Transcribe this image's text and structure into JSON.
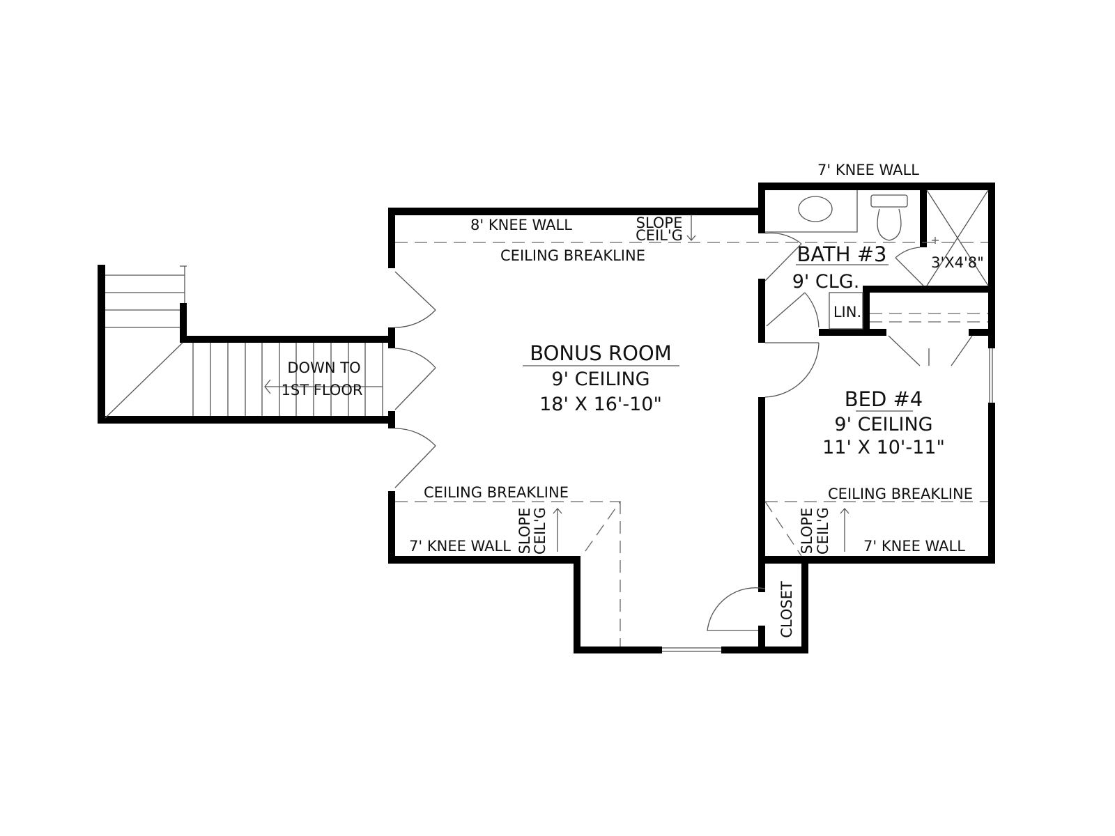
{
  "plan": {
    "colors": {
      "wall": "#000000",
      "line": "#555555",
      "background": "#ffffff"
    },
    "bonus_room": {
      "name": "BONUS ROOM",
      "ceiling": "9' CEILING",
      "size": "18' X 16'-10\""
    },
    "bed4": {
      "name": "BED #4",
      "ceiling": "9' CEILING",
      "size": "11' X 10'-11\""
    },
    "bath3": {
      "name": "BATH #3",
      "ceiling": "9' CLG.",
      "shower": "3'X4'8\"",
      "linen": "LIN."
    },
    "stairs": {
      "line1": "DOWN TO",
      "line2": "1ST FLOOR"
    },
    "closet": "CLOSET",
    "notes": {
      "knee_wall_top_right": "7' KNEE WALL",
      "knee_wall_top": "8' KNEE WALL",
      "slope_top_1": "SLOPE",
      "slope_top_2": "CEIL'G",
      "breakline_top": "CEILING BREAKLINE",
      "breakline_bottom_left": "CEILING BREAKLINE",
      "breakline_bottom_right": "CEILING BREAKLINE",
      "knee_wall_bottom_left": "7' KNEE WALL",
      "knee_wall_bottom_right": "7' KNEE WALL",
      "slope_bl_1": "SLOPE",
      "slope_bl_2": "CEIL'G",
      "slope_br_1": "SLOPE",
      "slope_br_2": "CEIL'G"
    }
  }
}
